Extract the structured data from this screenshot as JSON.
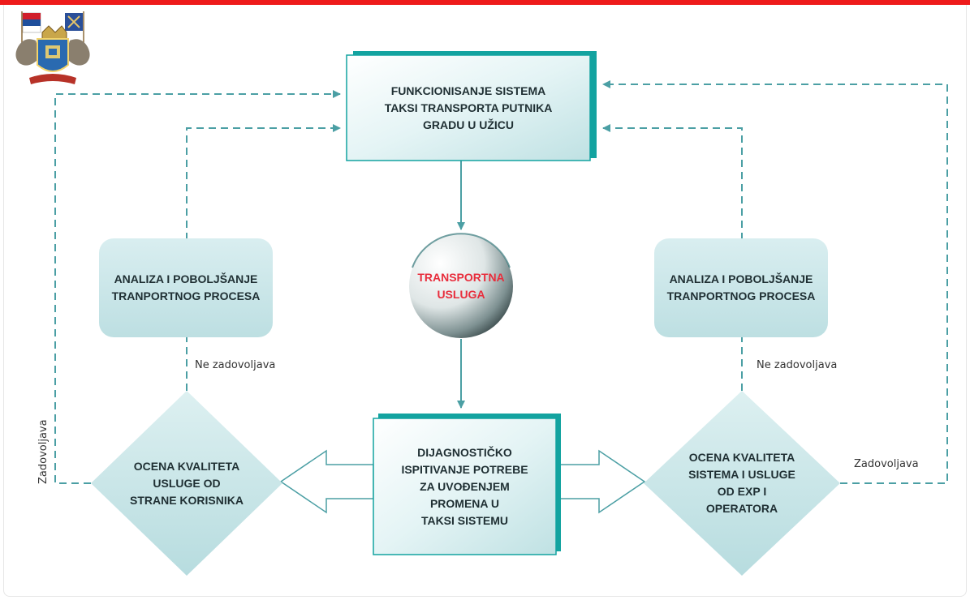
{
  "colors": {
    "accent": "#13a3a0",
    "line": "#4b9fa4",
    "box_fill_light": "#eef9fa",
    "box_fill_mid": "#cde9eb",
    "red_text": "#e82d3c",
    "top_bar": "#ee1b1b"
  },
  "logo": {
    "icon": "coat-of-arms-icon"
  },
  "nodes": {
    "top_box": "FUNKCIONISANJE SISTEMA\nTAKSI TRANSPORTA PUTNIKA\nGRADU U UŽICU",
    "center_circle": "TRANSPORTNA\nUSLUGA",
    "left_analysis": "ANALIZA I POBOLJŠANJE\nTRANPORTNOG PROCESA",
    "right_analysis": "ANALIZA I POBOLJŠANJE\nTRANPORTNOG PROCESA",
    "left_diamond": "OCENA KVALITETA\nUSLUGE OD\nSTRANE KORISNIKA",
    "bottom_box": "DIJAGNOSTIČKO\nISPITIVANJE POTREBE\nZA UVOĐENJEM\nPROMENA U\nTAKSI SISTEMU",
    "right_diamond": "OCENA KVALITETA\nSISTEMA I USLUGE\nOD EXP I\nOPERATORA"
  },
  "edge_labels": {
    "left_not_satisfied": "Ne zadovoljava",
    "right_not_satisfied": "Ne zadovoljava",
    "left_satisfied": "Zadovoljava",
    "right_satisfied": "Zadovoljava"
  }
}
